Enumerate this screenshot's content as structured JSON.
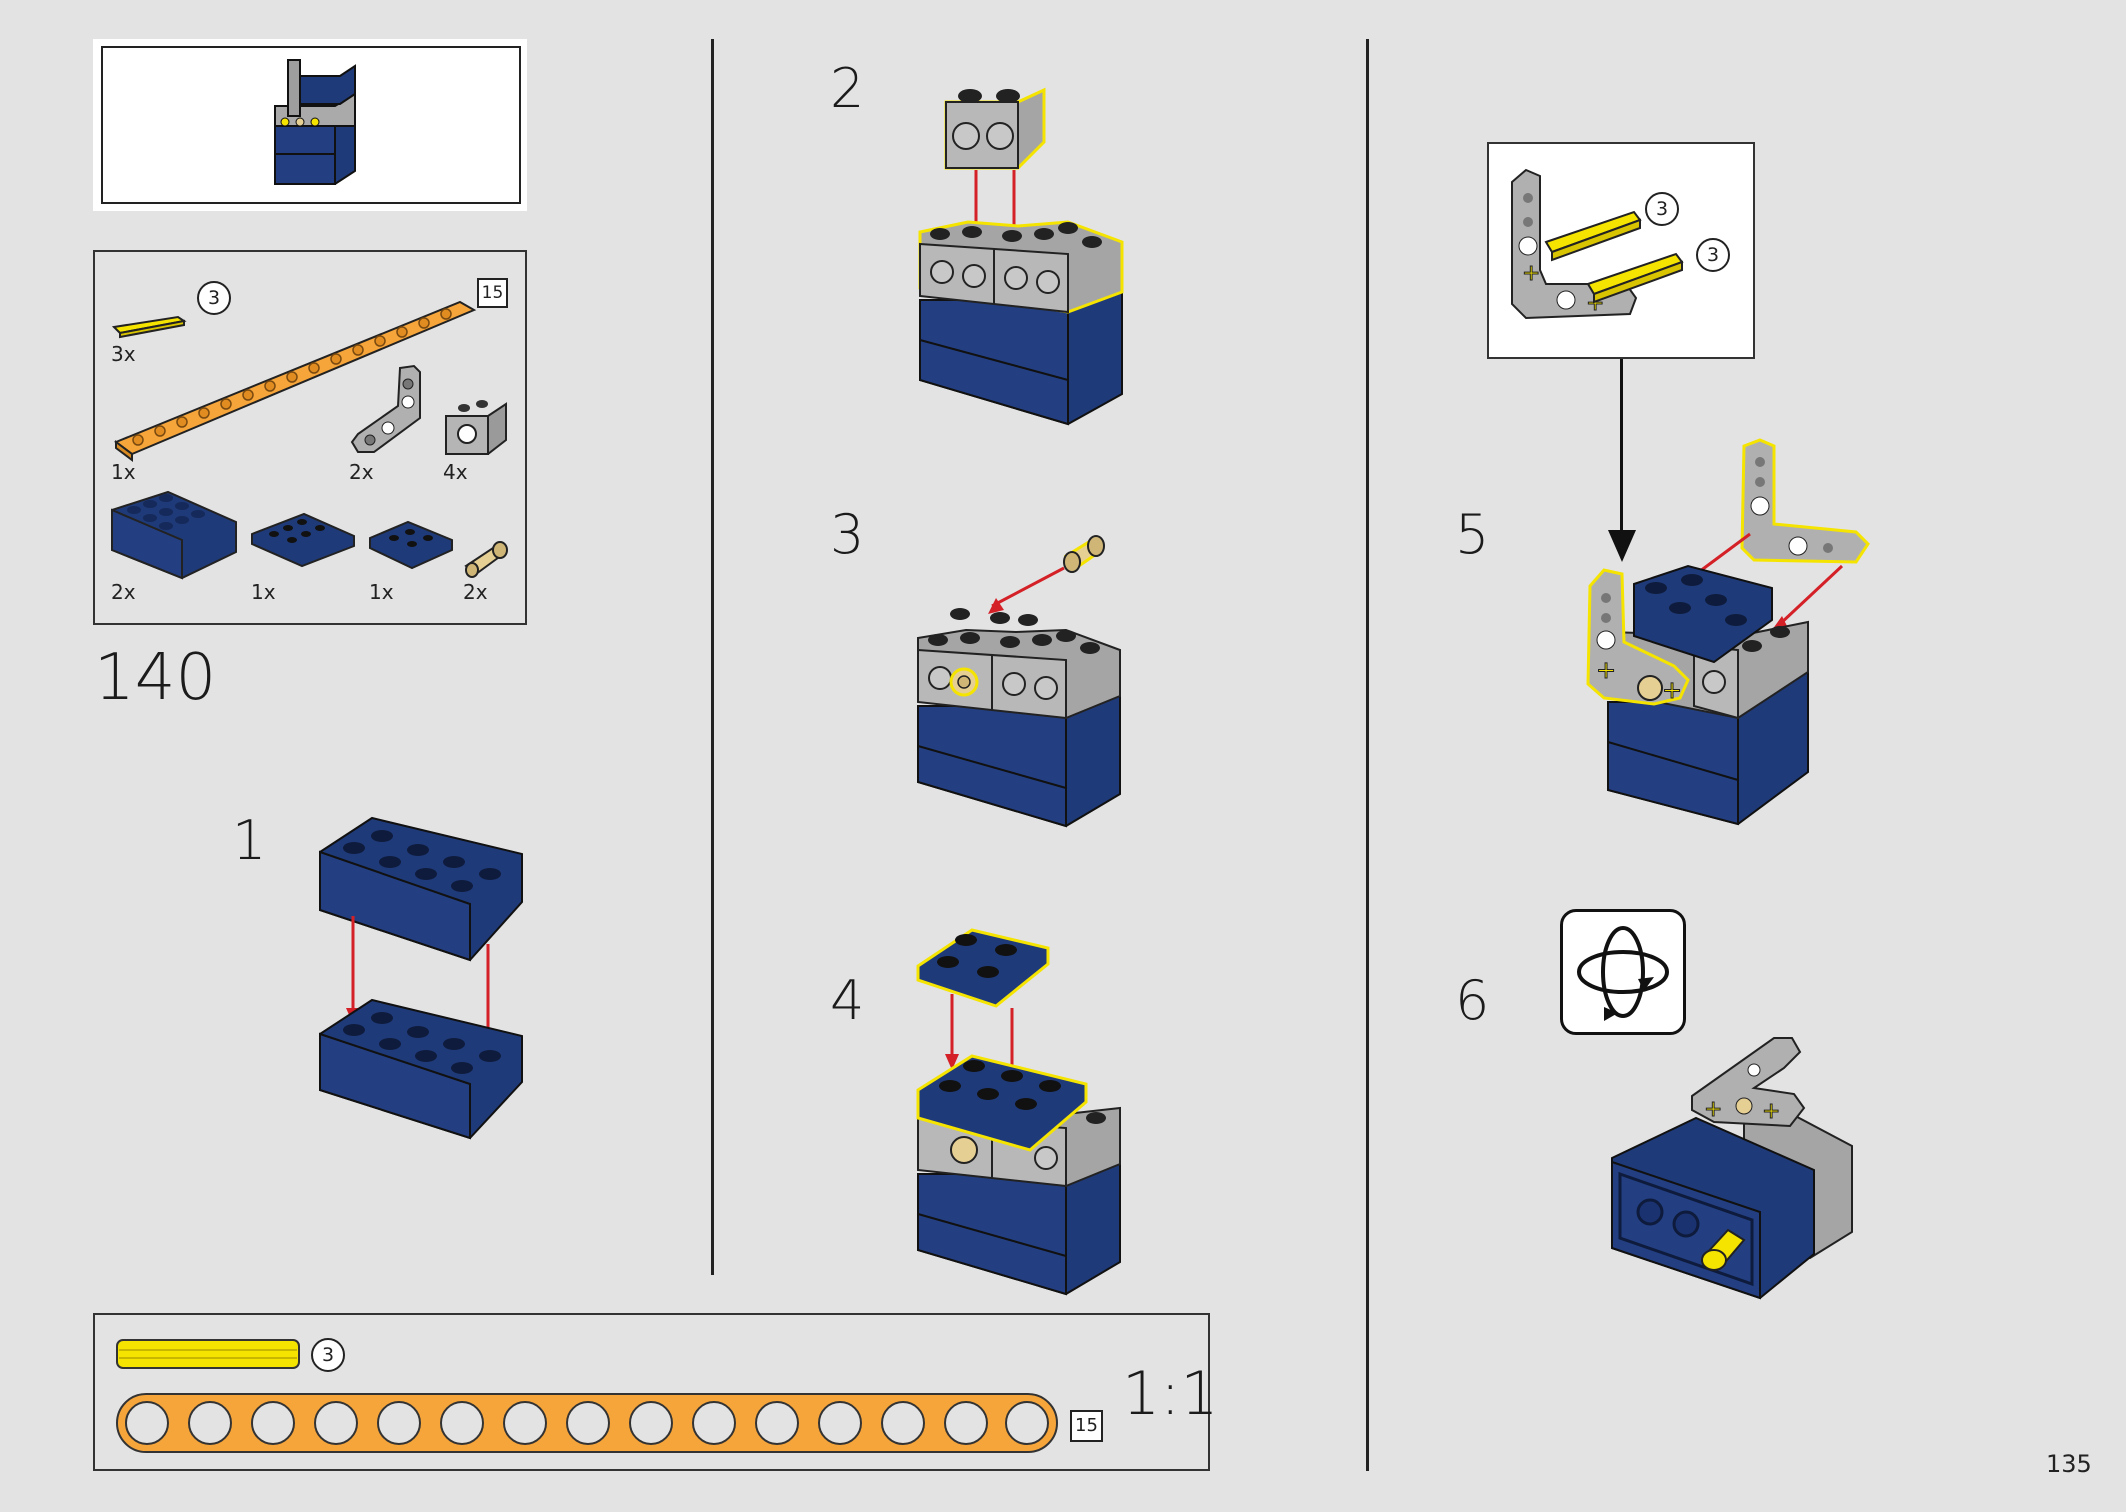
{
  "page": {
    "number": "135"
  },
  "submodel": {
    "step_number": "140"
  },
  "parts_list": {
    "axle": {
      "qty": "3x",
      "length": "3"
    },
    "beam": {
      "qty": "1x",
      "length": "15"
    },
    "angle_beam": {
      "qty": "2x"
    },
    "technic_brick_grey": {
      "qty": "4x"
    },
    "brick_2x4_blue": {
      "qty": "2x"
    },
    "plate_2x4_blue": {
      "qty": "1x"
    },
    "plate_2x2_blue": {
      "qty": "1x"
    },
    "pin_tan": {
      "qty": "2x"
    }
  },
  "steps": [
    {
      "number": "1"
    },
    {
      "number": "2"
    },
    {
      "number": "3"
    },
    {
      "number": "4"
    },
    {
      "number": "5"
    },
    {
      "number": "6"
    }
  ],
  "callout": {
    "axle_length_a": "3",
    "axle_length_b": "3"
  },
  "scale_ruler": {
    "axle_length": "3",
    "beam_length": "15",
    "scale": "1:1"
  },
  "colors": {
    "background": "#e3e3e3",
    "dark_blue": "#1f3a78",
    "light_grey": "#a9a9a9",
    "yellow": "#f5e400",
    "orange": "#f6a53a",
    "tan": "#e6cf93",
    "arrow_red": "#d42027",
    "highlight": "#f7ee1e"
  }
}
